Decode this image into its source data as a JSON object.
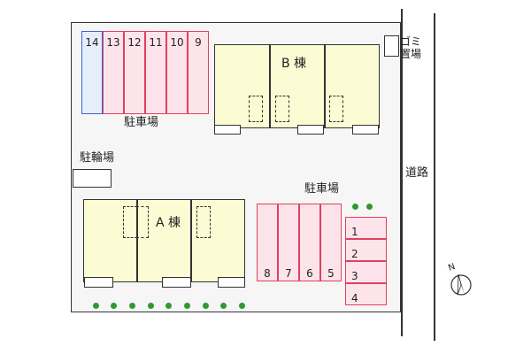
{
  "labels": {
    "parking_north": "駐車場",
    "parking_south": "駐車場",
    "bicycle": "駐輪場",
    "garbage": "ゴミ置場",
    "road": "道路",
    "building_a": "A 棟",
    "building_b": "B 棟"
  },
  "parking_north_spaces": [
    "14",
    "13",
    "12",
    "11",
    "10",
    "9"
  ],
  "parking_south_row": [
    "8",
    "7",
    "6",
    "5"
  ],
  "parking_south_column": [
    "1",
    "2",
    "3",
    "4"
  ],
  "compass": {
    "north_label": "N"
  },
  "colors": {
    "parking_fill": "#fde4ea",
    "parking_border": "#e0405e",
    "blue_space_fill": "#e6eefc",
    "building_fill": "#fbfbd4",
    "tree": "#2f9a2f"
  }
}
